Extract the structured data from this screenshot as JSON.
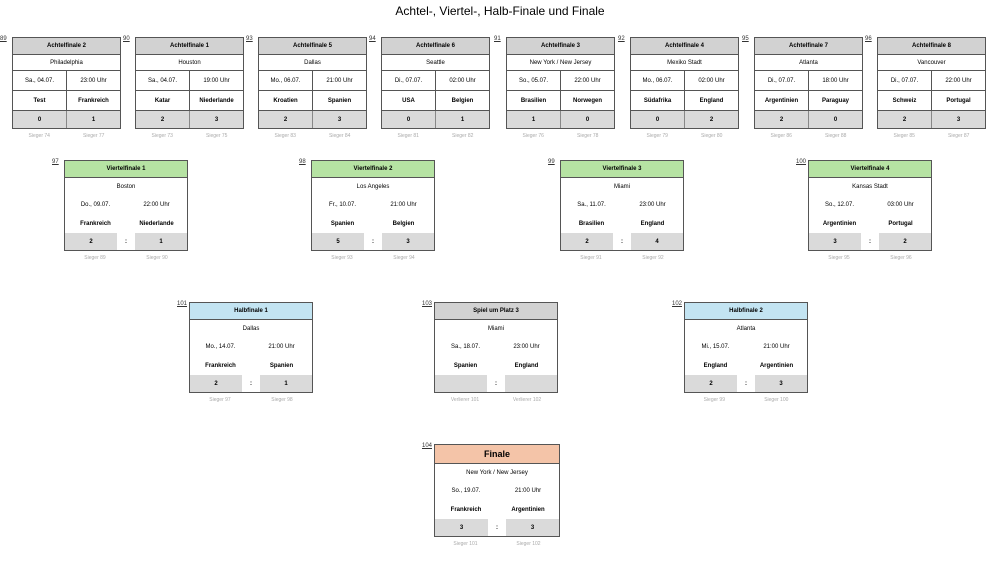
{
  "title": "Achtel-, Viertel-, Halb-Finale und Finale",
  "colors": {
    "r16_header": "#d2d2d2",
    "qf_header": "#b6e3a3",
    "sf_header": "#c3e4f2",
    "final_header": "#f4c4a8",
    "score_cell": "#dadada"
  },
  "r16": [
    {
      "num": "89",
      "name": "Achtelfinale 2",
      "city": "Philadelphia",
      "day": "Sa., 04.07.",
      "time": "23:00 Uhr",
      "home": "Test",
      "away": "Frankreich",
      "hs": "0",
      "as": "1",
      "f1": "Sieger 74",
      "f2": "Sieger 77"
    },
    {
      "num": "90",
      "name": "Achtelfinale 1",
      "city": "Houston",
      "day": "Sa., 04.07.",
      "time": "19:00 Uhr",
      "home": "Katar",
      "away": "Niederlande",
      "hs": "2",
      "as": "3",
      "f1": "Sieger 73",
      "f2": "Sieger 75"
    },
    {
      "num": "93",
      "name": "Achtelfinale 5",
      "city": "Dallas",
      "day": "Mo., 06.07.",
      "time": "21:00 Uhr",
      "home": "Kroatien",
      "away": "Spanien",
      "hs": "2",
      "as": "3",
      "f1": "Sieger 83",
      "f2": "Sieger 84"
    },
    {
      "num": "94",
      "name": "Achtelfinale 6",
      "city": "Seattle",
      "day": "Di., 07.07.",
      "time": "02:00 Uhr",
      "home": "USA",
      "away": "Belgien",
      "hs": "0",
      "as": "1",
      "f1": "Sieger 81",
      "f2": "Sieger 82"
    },
    {
      "num": "91",
      "name": "Achtelfinale 3",
      "city": "New York / New Jersey",
      "day": "So., 05.07.",
      "time": "22:00 Uhr",
      "home": "Brasilien",
      "away": "Norwegen",
      "hs": "1",
      "as": "0",
      "f1": "Sieger 76",
      "f2": "Sieger 78"
    },
    {
      "num": "92",
      "name": "Achtelfinale 4",
      "city": "Mexiko Stadt",
      "day": "Mo., 06.07.",
      "time": "02:00 Uhr",
      "home": "Südafrika",
      "away": "England",
      "hs": "0",
      "as": "2",
      "f1": "Sieger 79",
      "f2": "Sieger 80"
    },
    {
      "num": "95",
      "name": "Achtelfinale 7",
      "city": "Atlanta",
      "day": "Di., 07.07.",
      "time": "18:00 Uhr",
      "home": "Argentinien",
      "away": "Paraguay",
      "hs": "2",
      "as": "0",
      "f1": "Sieger 86",
      "f2": "Sieger 88"
    },
    {
      "num": "96",
      "name": "Achtelfinale 8",
      "city": "Vancouver",
      "day": "Di., 07.07.",
      "time": "22:00 Uhr",
      "home": "Schweiz",
      "away": "Portugal",
      "hs": "2",
      "as": "3",
      "f1": "Sieger 85",
      "f2": "Sieger 87"
    }
  ],
  "qf": [
    {
      "num": "97",
      "name": "Viertelfinale 1",
      "city": "Boston",
      "day": "Do., 09.07.",
      "time": "22:00 Uhr",
      "home": "Frankreich",
      "away": "Niederlande",
      "hs": "2",
      "as": "1",
      "f1": "Sieger 89",
      "f2": "Sieger 90"
    },
    {
      "num": "98",
      "name": "Viertelfinale 2",
      "city": "Los Angeles",
      "day": "Fr., 10.07.",
      "time": "21:00 Uhr",
      "home": "Spanien",
      "away": "Belgien",
      "hs": "5",
      "as": "3",
      "f1": "Sieger 93",
      "f2": "Sieger 94"
    },
    {
      "num": "99",
      "name": "Viertelfinale 3",
      "city": "Miami",
      "day": "Sa., 11.07.",
      "time": "23:00 Uhr",
      "home": "Brasilien",
      "away": "England",
      "hs": "2",
      "as": "4",
      "f1": "Sieger 91",
      "f2": "Sieger 92"
    },
    {
      "num": "100",
      "name": "Viertelfinale 4",
      "city": "Kansas Stadt",
      "day": "So., 12.07.",
      "time": "03:00 Uhr",
      "home": "Argentinien",
      "away": "Portugal",
      "hs": "3",
      "as": "2",
      "f1": "Sieger 95",
      "f2": "Sieger 96"
    }
  ],
  "sf": [
    {
      "num": "101",
      "name": "Halbfinale 1",
      "city": "Dallas",
      "day": "Mo., 14.07.",
      "time": "21:00 Uhr",
      "home": "Frankreich",
      "away": "Spanien",
      "hs": "2",
      "as": "1",
      "f1": "Sieger 97",
      "f2": "Sieger 98"
    },
    {
      "num": "103",
      "name": "Spiel um Platz 3",
      "city": "Miami",
      "day": "Sa., 18.07.",
      "time": "23:00 Uhr",
      "home": "Spanien",
      "away": "England",
      "hs": "",
      "as": "",
      "f1": "Verlierer 101",
      "f2": "Verlierer 102"
    },
    {
      "num": "102",
      "name": "Halbfinale 2",
      "city": "Atlanta",
      "day": "Mi., 15.07.",
      "time": "21:00 Uhr",
      "home": "England",
      "away": "Argentinien",
      "hs": "2",
      "as": "3",
      "f1": "Sieger 99",
      "f2": "Sieger 100"
    }
  ],
  "final": {
    "num": "104",
    "name": "Finale",
    "city": "New York / New Jersey",
    "day": "So., 19.07.",
    "time": "21:00 Uhr",
    "home": "Frankreich",
    "away": "Argentinien",
    "hs": "3",
    "as": "3",
    "f1": "Sieger 101",
    "f2": "Sieger 102"
  },
  "colon": ":"
}
